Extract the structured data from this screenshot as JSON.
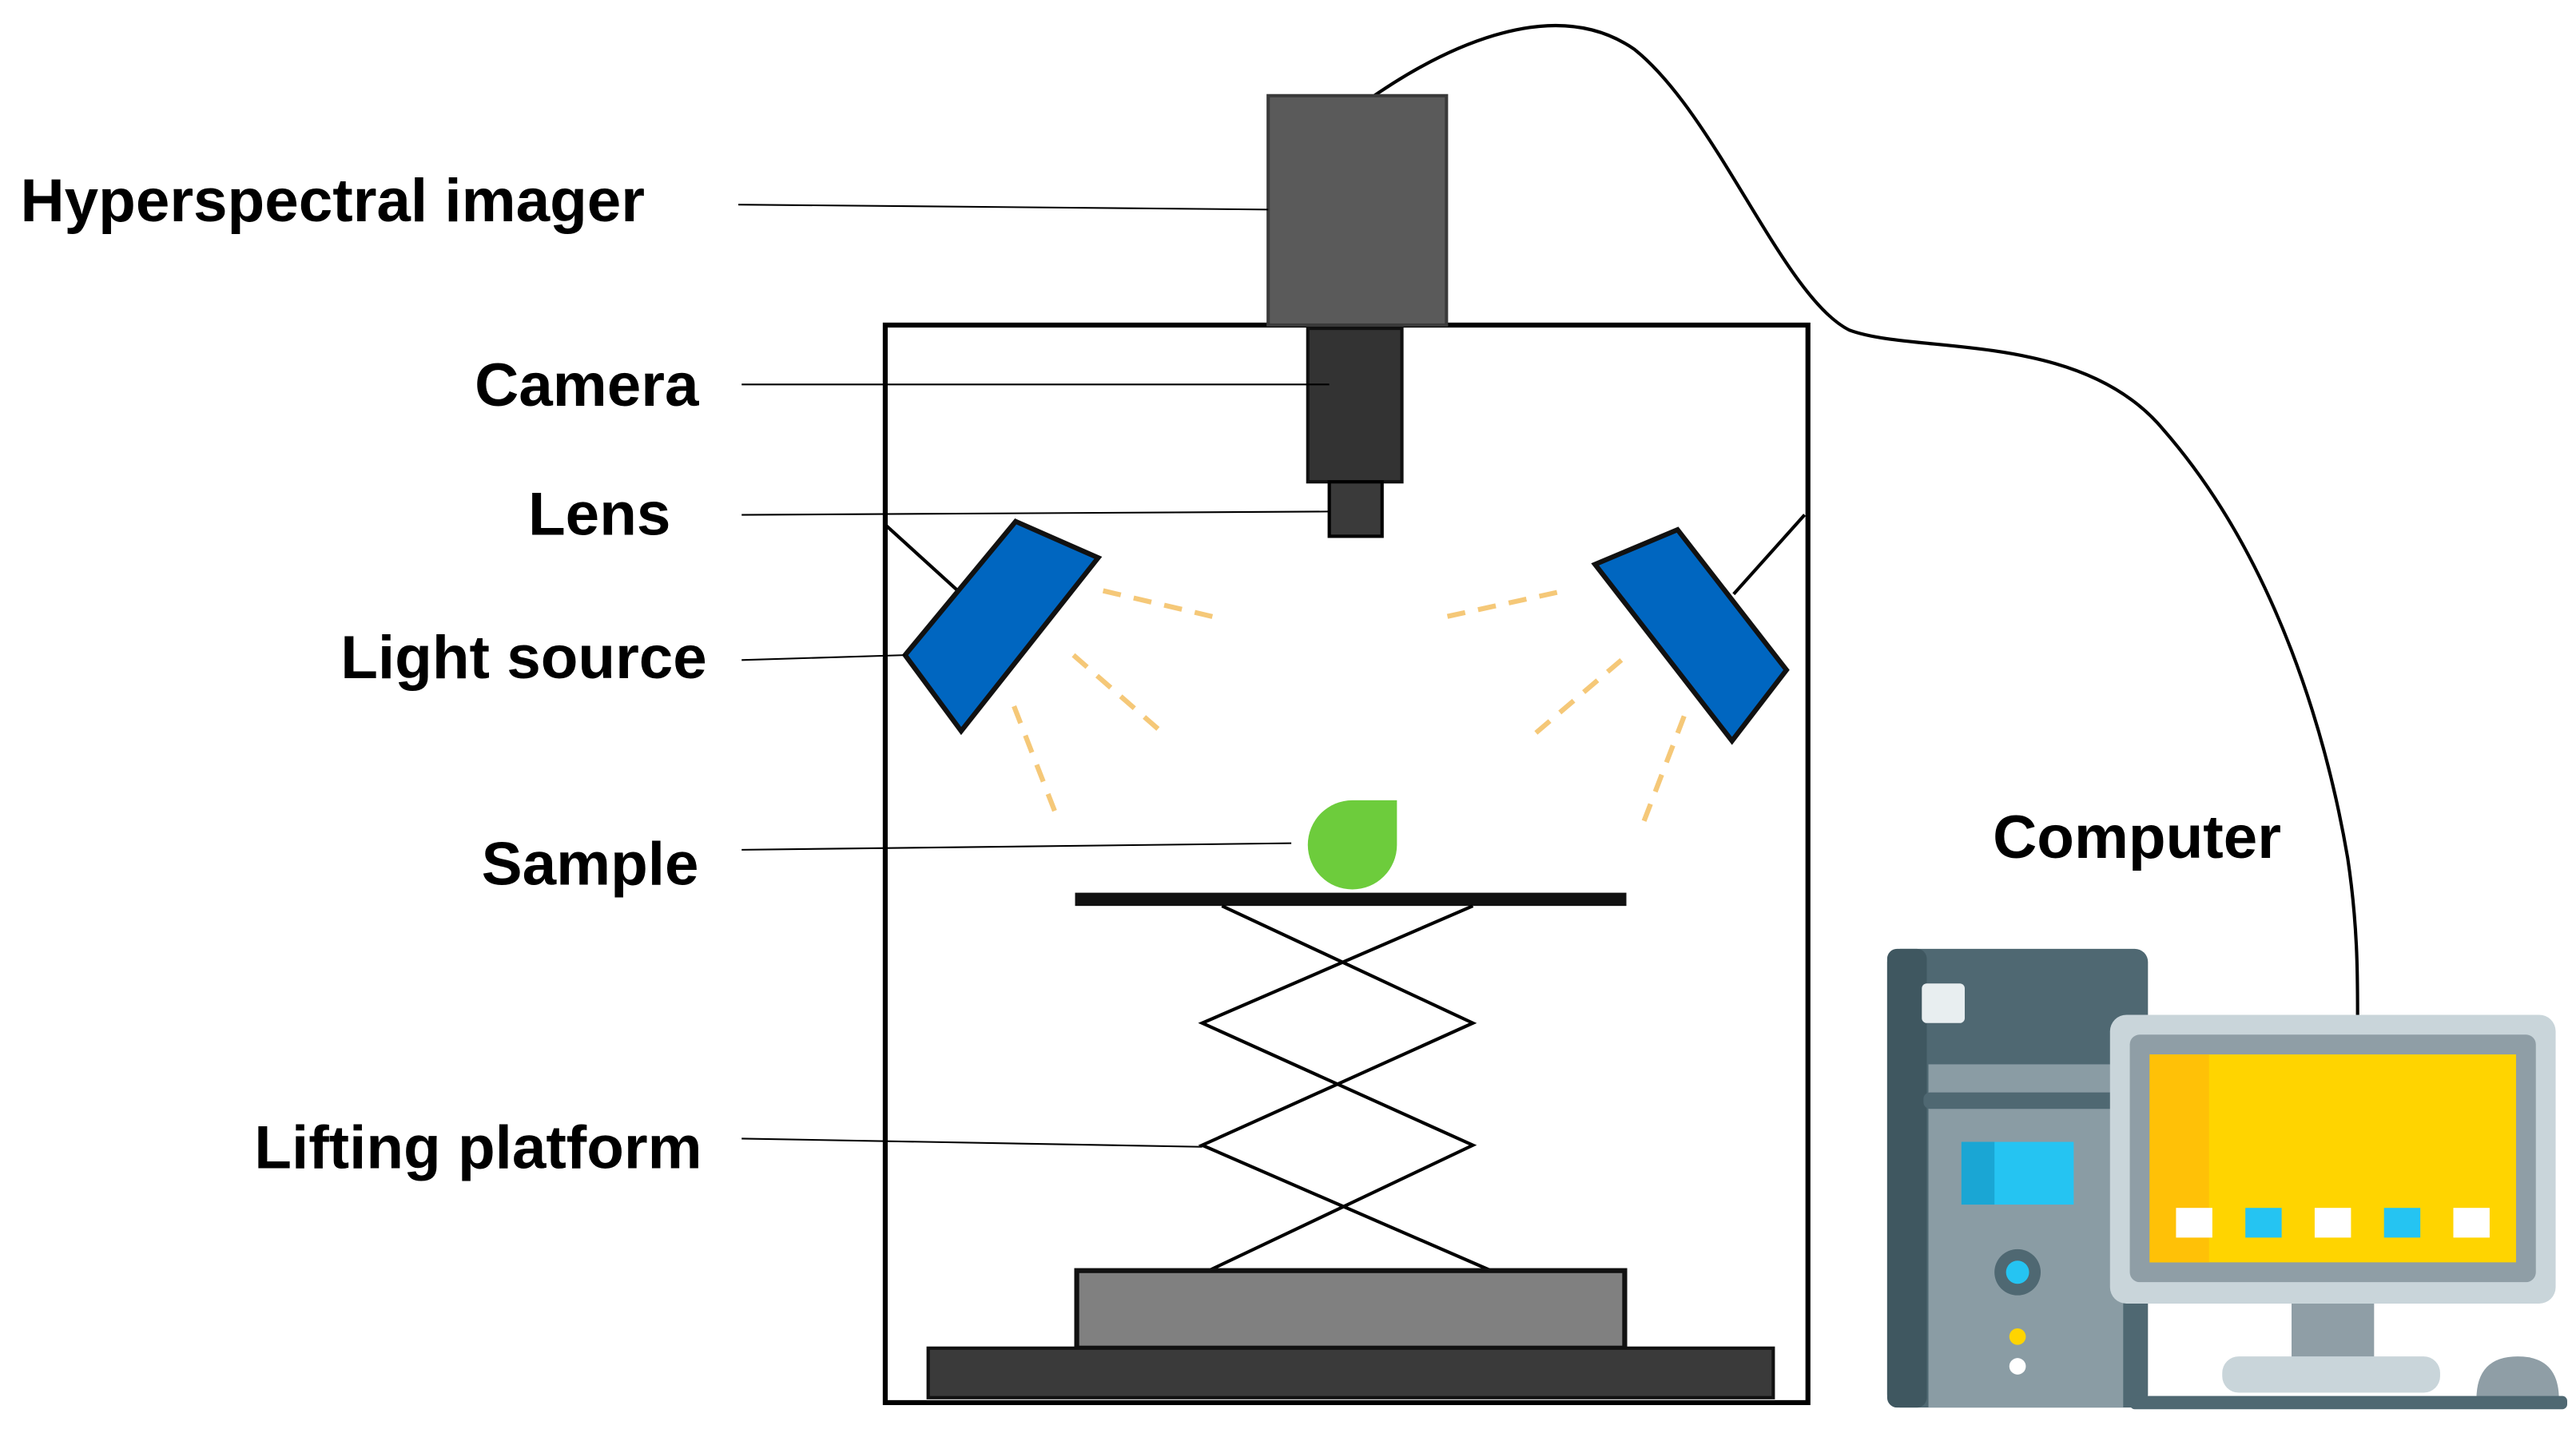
{
  "labels": {
    "hyperspectral_imager": "Hyperspectral imager",
    "camera": "Camera",
    "lens": "Lens",
    "light_source": "Light source",
    "sample": "Sample",
    "lifting_platform": "Lifting platform",
    "computer": "Computer"
  },
  "colors": {
    "imager": "#5a5a5a",
    "camera": "#333333",
    "light_source": "#0066c0",
    "light_beam": "#f5c878",
    "sample": "#6dcc3c",
    "platform_base": "#808080",
    "floor_slab": "#3a3a3a",
    "monitor_screen": "#ffd400",
    "monitor_frame": "#8f9ea6",
    "tower_body": "#4f6872",
    "tower_accent": "#25c4f2"
  },
  "icons": {
    "computer": "desktop-computer-icon",
    "sample": "leaf-drop-icon"
  }
}
